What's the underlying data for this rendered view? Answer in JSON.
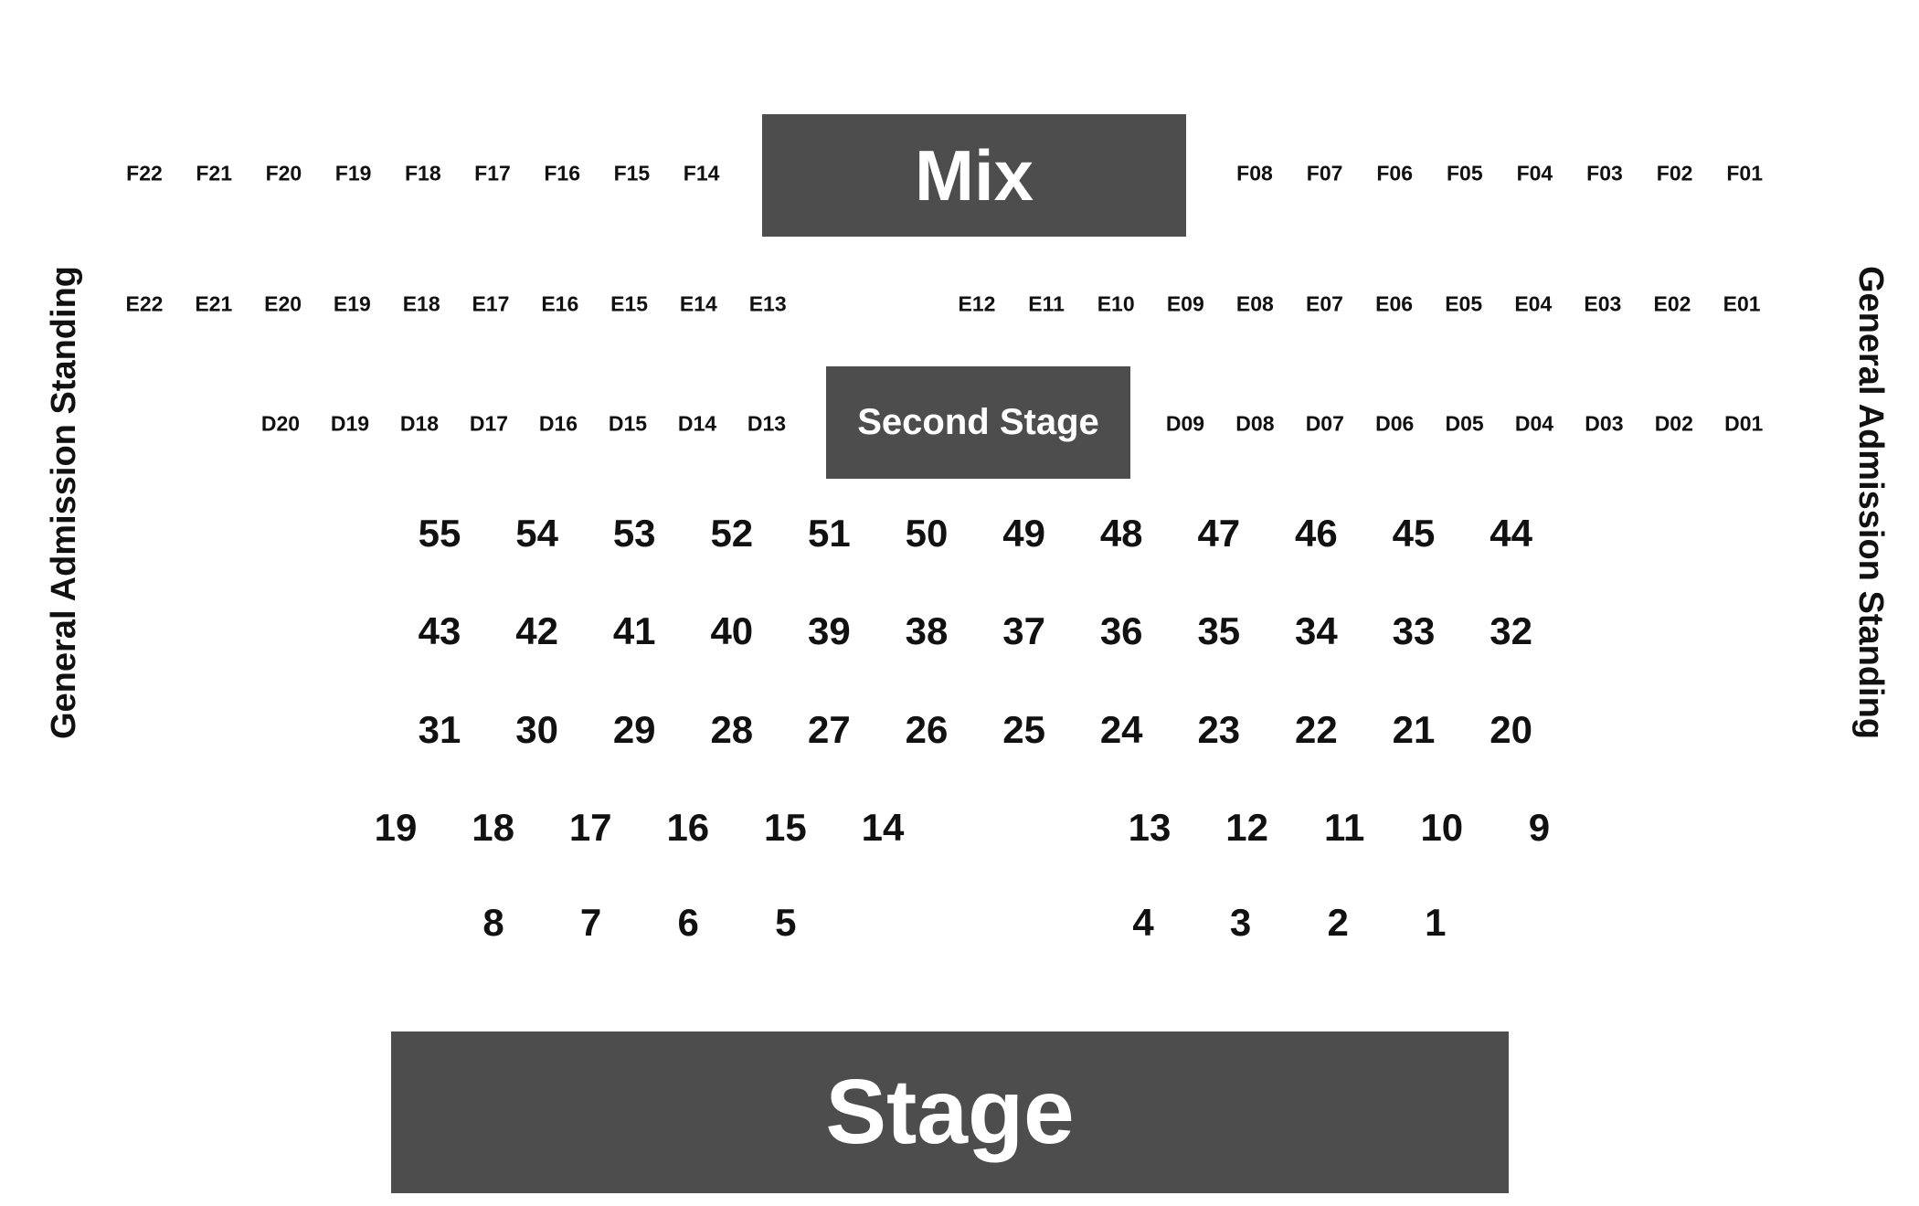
{
  "colors": {
    "block": "#4d4d4d",
    "block_text": "#ffffff",
    "seat_text": "#111111",
    "background": "#ffffff"
  },
  "blocks": {
    "mix": "Mix",
    "second_stage": "Second Stage",
    "stage": "Stage"
  },
  "general_admission": {
    "left": "General Admission Standing",
    "right": "General Admission Standing"
  },
  "rows": {
    "F_left": [
      "F22",
      "F21",
      "F20",
      "F19",
      "F18",
      "F17",
      "F16",
      "F15",
      "F14"
    ],
    "F_right": [
      "F08",
      "F07",
      "F06",
      "F05",
      "F04",
      "F03",
      "F02",
      "F01"
    ],
    "E_left": [
      "E22",
      "E21",
      "E20",
      "E19",
      "E18",
      "E17",
      "E16",
      "E15",
      "E14",
      "E13"
    ],
    "E_right": [
      "E12",
      "E11",
      "E10",
      "E09",
      "E08",
      "E07",
      "E06",
      "E05",
      "E04",
      "E03",
      "E02",
      "E01"
    ],
    "D_left": [
      "D20",
      "D19",
      "D18",
      "D17",
      "D16",
      "D15",
      "D14",
      "D13"
    ],
    "D_right": [
      "D09",
      "D08",
      "D07",
      "D06",
      "D05",
      "D04",
      "D03",
      "D02",
      "D01"
    ],
    "row1": [
      "55",
      "54",
      "53",
      "52",
      "51",
      "50",
      "49",
      "48",
      "47",
      "46",
      "45",
      "44"
    ],
    "row2": [
      "43",
      "42",
      "41",
      "40",
      "39",
      "38",
      "37",
      "36",
      "35",
      "34",
      "33",
      "32"
    ],
    "row3": [
      "31",
      "30",
      "29",
      "28",
      "27",
      "26",
      "25",
      "24",
      "23",
      "22",
      "21",
      "20"
    ],
    "row4_left": [
      "19",
      "18",
      "17",
      "16",
      "15",
      "14"
    ],
    "row4_right": [
      "13",
      "12",
      "11",
      "10",
      "9"
    ],
    "row5_left": [
      "8",
      "7",
      "6",
      "5"
    ],
    "row5_right": [
      "4",
      "3",
      "2",
      "1"
    ]
  }
}
